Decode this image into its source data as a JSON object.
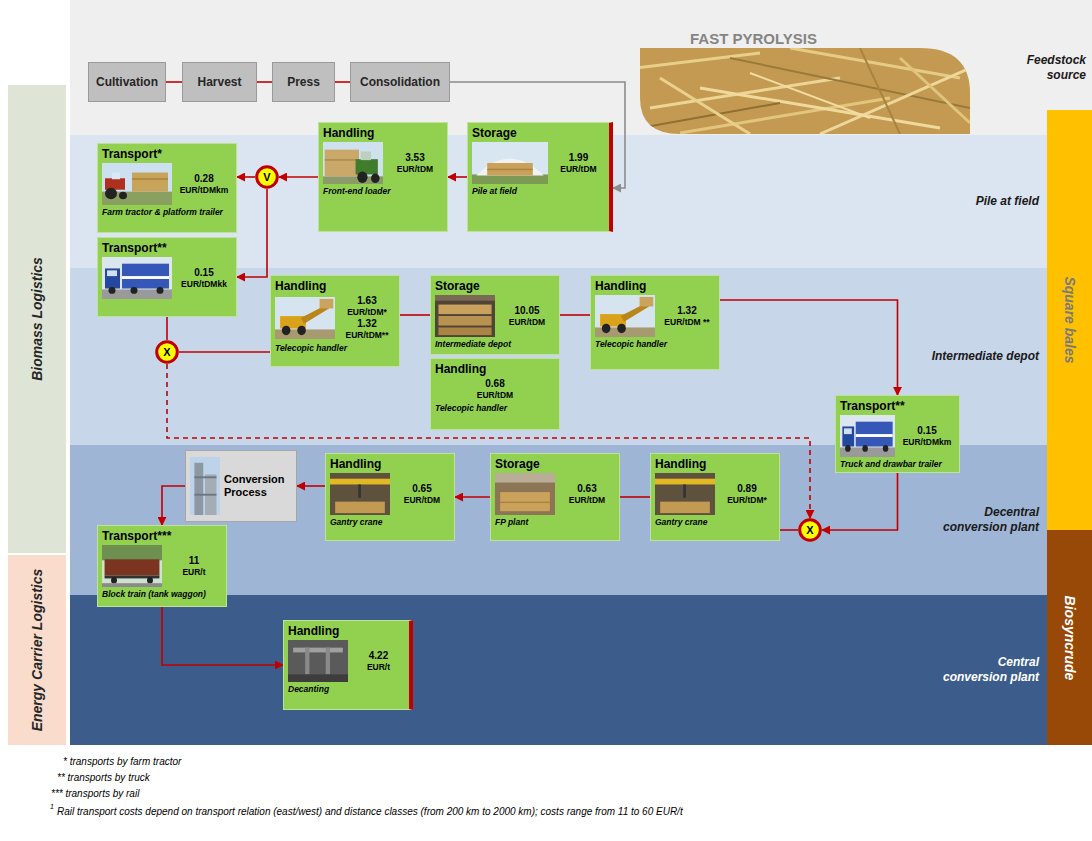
{
  "diagram": {
    "nodes": [
      {
        "text": [
          "Feedstock source"
        ]
      },
      {
        "text": [
          "Cultivation"
        ],
        "in": 0
      },
      {
        "text": [
          "Harvest"
        ],
        "in": 0
      },
      {
        "text": [
          "Press"
        ],
        "in": 0
      },
      {
        "text": [
          "Consolidation"
        ],
        "in": 0
      },
      {
        "text": [
          "Pile at field"
        ]
      },
      {
        "text": [
          "Transport*",
          "0.28",
          "EUR/tDMkm",
          "Farm tractor & platform trailer"
        ],
        "in": 5
      },
      {
        "text": [
          "V"
        ],
        "in": 5
      },
      {
        "text": [
          "Handling",
          "3.53",
          "EUR/tDM",
          "Front-end loader"
        ],
        "in": 5
      },
      {
        "text": [
          "Storage",
          "1.99",
          "EUR/tDM",
          "Pile at field"
        ],
        "in": 5
      },
      {
        "text": [
          "Transport**",
          "0.15",
          "EUR/tDMkk"
        ],
        "in": 5
      },
      {
        "text": [
          "Intermediate depot"
        ]
      },
      {
        "text": [
          "X"
        ],
        "in": 11
      },
      {
        "text": [
          "Handling",
          "1.63",
          "EUR/tDM*",
          "1.32",
          "EUR/tDM**",
          "Telecopic handler"
        ],
        "in": 11
      },
      {
        "text": [
          "Storage",
          "10.05",
          "EUR/tDM",
          "Intermediate depot"
        ],
        "in": 11
      },
      {
        "text": [
          "Handling",
          "0.68",
          "EUR/tDM",
          "Telecopic handler"
        ],
        "in": 11
      },
      {
        "text": [
          "Handling",
          "1.32",
          "EUR/tDM **",
          "Telecopic handler"
        ],
        "in": 11
      },
      {
        "text": [
          "Transport**",
          "0.15",
          "EUR/tDMkm",
          "Truck and drawbar trailer"
        ],
        "in": 11
      },
      {
        "text": [
          "Decentral conversion plant"
        ]
      },
      {
        "text": [
          "Conversion Process"
        ],
        "in": 18
      },
      {
        "text": [
          "Handling",
          "0.65",
          "EUR/tDM",
          "Gantry crane"
        ],
        "in": 18
      },
      {
        "text": [
          "Storage",
          "0.63",
          "EUR/tDM",
          "FP plant"
        ],
        "in": 18
      },
      {
        "text": [
          "Handling",
          "0.89",
          "EUR/tDM*",
          "Gantry crane"
        ],
        "in": 18
      },
      {
        "text": [
          "X"
        ],
        "in": 18
      },
      {
        "text": [
          "Transport***",
          "11",
          "EUR/t",
          "Block train (tank waggon)"
        ],
        "in": 18
      },
      {
        "text": [
          "Central conversion plant"
        ]
      },
      {
        "text": [
          "Handling",
          "4.22",
          "EUR/t",
          "Decanting"
        ],
        "in": 25
      },
      {
        "text": [
          "Biomass Logistics"
        ]
      },
      {
        "text": [
          "Energy Carrier Logistics"
        ]
      },
      {
        "text": [
          "Square bales"
        ]
      },
      {
        "text": [
          "Biosyncrude"
        ]
      }
    ],
    "edges": [
      {
        "from": 1,
        "to": 2,
        "arrow": "none"
      },
      {
        "from": 2,
        "to": 3,
        "arrow": "none"
      },
      {
        "from": 3,
        "to": 4,
        "arrow": "none"
      },
      {
        "from": 4,
        "to": 9,
        "arrow": "to"
      },
      {
        "from": 9,
        "to": 8,
        "arrow": "to"
      },
      {
        "from": 8,
        "to": 7,
        "arrow": "to"
      },
      {
        "from": 7,
        "to": 6,
        "arrow": "to"
      },
      {
        "from": 7,
        "to": 10,
        "arrow": "to"
      },
      {
        "from": 10,
        "to": 12,
        "arrow": "none"
      },
      {
        "from": 12,
        "to": 13,
        "arrow": "none"
      },
      {
        "from": 13,
        "to": 14,
        "arrow": "none"
      },
      {
        "from": 14,
        "to": 16,
        "arrow": "none"
      },
      {
        "from": 16,
        "to": 17,
        "arrow": "to"
      },
      {
        "from": 17,
        "to": 23,
        "arrow": "to"
      },
      {
        "from": 12,
        "to": 23,
        "arrow": "to"
      },
      {
        "from": 23,
        "to": 22,
        "arrow": "none"
      },
      {
        "from": 22,
        "to": 21,
        "arrow": "none"
      },
      {
        "from": 21,
        "to": 20,
        "arrow": "to"
      },
      {
        "from": 20,
        "to": 19,
        "arrow": "to"
      },
      {
        "from": 19,
        "to": 24,
        "arrow": "to"
      },
      {
        "from": 24,
        "to": 26,
        "arrow": "to"
      }
    ],
    "labels": [
      "FAST PYROLYSIS",
      "* transports by farm tractor",
      "** transports by truck",
      "*** transports by rail",
      "1",
      "Rail transport costs depend on transport relation (east/west) and distance classes (from 200 km to 2000 km); costs range from 11 to 60 EUR/t"
    ]
  }
}
